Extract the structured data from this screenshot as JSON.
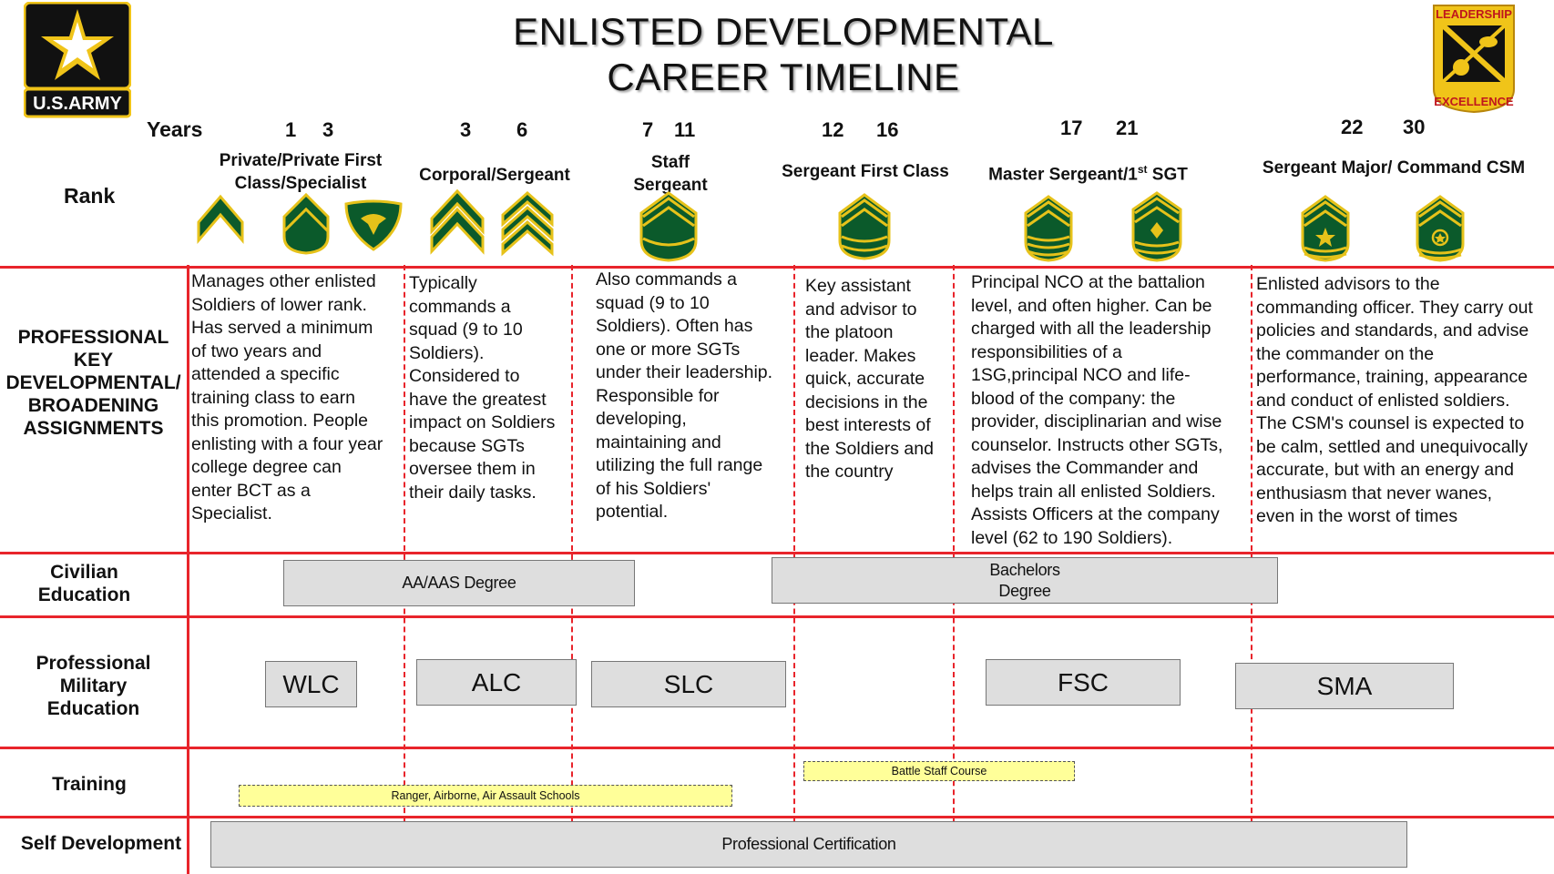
{
  "title": {
    "line1": "ENLISTED DEVELOPMENTAL",
    "line2": "CAREER TIMELINE"
  },
  "logos": {
    "army": "U.S.ARMY",
    "leadership_top": "LEADERSHIP",
    "leadership_bottom": "EXCELLENCE"
  },
  "labels": {
    "years": "Years",
    "rank": "Rank",
    "key_dev": [
      "PROFESSIONAL",
      "KEY",
      "DEVELOPMENTAL/",
      "BROADENING",
      "ASSIGNMENTS"
    ],
    "civilian": [
      "Civilian",
      "Education"
    ],
    "pme": [
      "Professional",
      "Military",
      "Education"
    ],
    "training": "Training",
    "self_dev": "Self Development"
  },
  "years": [
    "1",
    "3",
    "3",
    "6",
    "7",
    "11",
    "12",
    "16",
    "17",
    "21",
    "22",
    "30"
  ],
  "ranks": {
    "pvt": [
      "Private/Private First",
      "Class/Specialist"
    ],
    "cpl": "Corporal/Sergeant",
    "ssg": [
      "Staff",
      "Sergeant"
    ],
    "sfc": "Sergeant First Class",
    "msg_prefix": "Master Sergeant/1",
    "msg_sup": "st",
    "msg_suffix": " SGT",
    "sgm": "Sergeant Major/ Command CSM"
  },
  "descriptions": {
    "pvt": [
      "Manages other enlisted",
      "Soldiers of lower rank.",
      "Has served a minimum",
      "of two years and",
      "attended a specific",
      "training class to earn",
      "this promotion. People",
      "enlisting with a four year",
      "college degree can",
      "enter BCT as a",
      "Specialist."
    ],
    "cpl": [
      "Typically",
      "commands a",
      "squad (9 to 10",
      "Soldiers).",
      "Considered to",
      "have the greatest",
      "impact on Soldiers",
      "because SGTs",
      "oversee them in",
      "their daily tasks."
    ],
    "ssg": [
      "Also commands a",
      "squad (9 to 10",
      "Soldiers). Often has",
      "one or more SGTs",
      "under their leadership.",
      "Responsible for",
      "developing,",
      "maintaining and",
      "utilizing the full range",
      "of his Soldiers'",
      "potential."
    ],
    "sfc": [
      "Key assistant",
      "and advisor to",
      "the platoon",
      "leader. Makes",
      "quick, accurate",
      "decisions in the",
      "best interests of",
      "the Soldiers and",
      "the country"
    ],
    "msg": [
      "Principal NCO at the battalion",
      "level, and often higher. Can be",
      "charged with all the leadership",
      "responsibilities of a",
      "1SG,principal NCO and life-",
      "blood of the company: the",
      "provider, disciplinarian and wise",
      "counselor. Instructs other SGTs,",
      "advises the Commander and",
      "helps train all enlisted Soldiers.",
      "Assists Officers at the company",
      "level (62 to 190 Soldiers)."
    ],
    "sgm": [
      "Enlisted advisors to the",
      "commanding officer. They carry out",
      "policies and standards, and advise",
      "the commander on the",
      "performance, training, appearance",
      "and conduct of enlisted soldiers.",
      "The CSM's counsel is expected to",
      "be calm, settled and unequivocally",
      "accurate, but with an energy and",
      "enthusiasm that never wanes,",
      "even in the worst of times"
    ]
  },
  "civilian_bars": {
    "aa": "AA/AAS Degree",
    "bach_line1": "Bachelors",
    "bach_line2": "Degree"
  },
  "pme_bars": {
    "wlc": "WLC",
    "alc": "ALC",
    "slc": "SLC",
    "fsc": "FSC",
    "sma": "SMA"
  },
  "training_bars": {
    "ranger": "Ranger,  Airborne,  Air Assault Schools",
    "battle": "Battle Staff Course"
  },
  "self_dev_bar": "Professional Certification",
  "colors": {
    "grid": "#e8242b",
    "insignia_green": "#0b5a2b",
    "insignia_gold": "#e6c21a",
    "bar_gray": "#dedede",
    "training_yellow": "#ffff99",
    "army_gold": "#f0c419"
  }
}
